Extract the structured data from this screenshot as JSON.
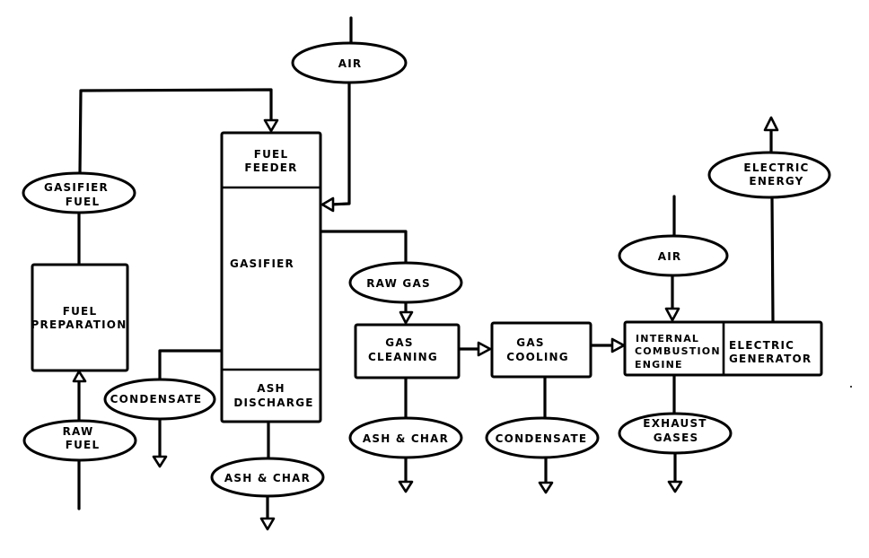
{
  "diagram": {
    "type": "process-flow",
    "nodes": {
      "air_top": {
        "kind": "stream",
        "lines": [
          "AIR"
        ]
      },
      "gasifier_fuel": {
        "kind": "stream",
        "lines": [
          "GASIFIER",
          "FUEL"
        ]
      },
      "fuel_preparation": {
        "kind": "process",
        "lines": [
          "FUEL",
          "PREPARATION"
        ]
      },
      "raw_fuel": {
        "kind": "stream",
        "lines": [
          "RAW",
          "FUEL"
        ]
      },
      "fuel_feeder": {
        "kind": "process",
        "lines": [
          "FUEL",
          "FEEDER"
        ]
      },
      "gasifier": {
        "kind": "process",
        "lines": [
          "GASIFIER"
        ]
      },
      "ash_discharge": {
        "kind": "process",
        "lines": [
          "ASH",
          "DISCHARGE"
        ]
      },
      "condensate_left": {
        "kind": "stream",
        "lines": [
          "CONDENSATE"
        ]
      },
      "ash_char_left": {
        "kind": "stream",
        "lines": [
          "ASH & CHAR"
        ]
      },
      "raw_gas": {
        "kind": "stream",
        "lines": [
          "RAW GAS"
        ]
      },
      "gas_cleaning": {
        "kind": "process",
        "lines": [
          "GAS",
          "CLEANING"
        ]
      },
      "ash_char_mid": {
        "kind": "stream",
        "lines": [
          "ASH & CHAR"
        ]
      },
      "gas_cooling": {
        "kind": "process",
        "lines": [
          "GAS",
          "COOLING"
        ]
      },
      "condensate_mid": {
        "kind": "stream",
        "lines": [
          "CONDENSATE"
        ]
      },
      "air_right": {
        "kind": "stream",
        "lines": [
          "AIR"
        ]
      },
      "ic_engine": {
        "kind": "process",
        "lines": [
          "INTERNAL",
          "COMBUSTION",
          "ENGINE"
        ]
      },
      "electric_generator": {
        "kind": "process",
        "lines": [
          "ELECTRIC",
          "GENERATOR"
        ]
      },
      "exhaust_gases": {
        "kind": "stream",
        "lines": [
          "EXHAUST",
          "GASES"
        ]
      },
      "electric_energy": {
        "kind": "stream",
        "lines": [
          "ELECTRIC",
          "ENERGY"
        ]
      }
    },
    "edges": [
      {
        "from": "raw_fuel",
        "to": "fuel_preparation"
      },
      {
        "from": "fuel_preparation",
        "to": "gasifier_fuel"
      },
      {
        "from": "gasifier_fuel",
        "to": "fuel_feeder"
      },
      {
        "from": "air_top",
        "to": "gasifier"
      },
      {
        "from": "gasifier",
        "to": "raw_gas"
      },
      {
        "from": "gasifier",
        "to": "condensate_left"
      },
      {
        "from": "ash_discharge",
        "to": "ash_char_left"
      },
      {
        "from": "raw_gas",
        "to": "gas_cleaning"
      },
      {
        "from": "gas_cleaning",
        "to": "gas_cooling"
      },
      {
        "from": "gas_cleaning",
        "to": "ash_char_mid"
      },
      {
        "from": "gas_cooling",
        "to": "ic_engine"
      },
      {
        "from": "gas_cooling",
        "to": "condensate_mid"
      },
      {
        "from": "air_right",
        "to": "ic_engine"
      },
      {
        "from": "ic_engine",
        "to": "exhaust_gases"
      },
      {
        "from": "electric_generator",
        "to": "electric_energy"
      }
    ]
  }
}
